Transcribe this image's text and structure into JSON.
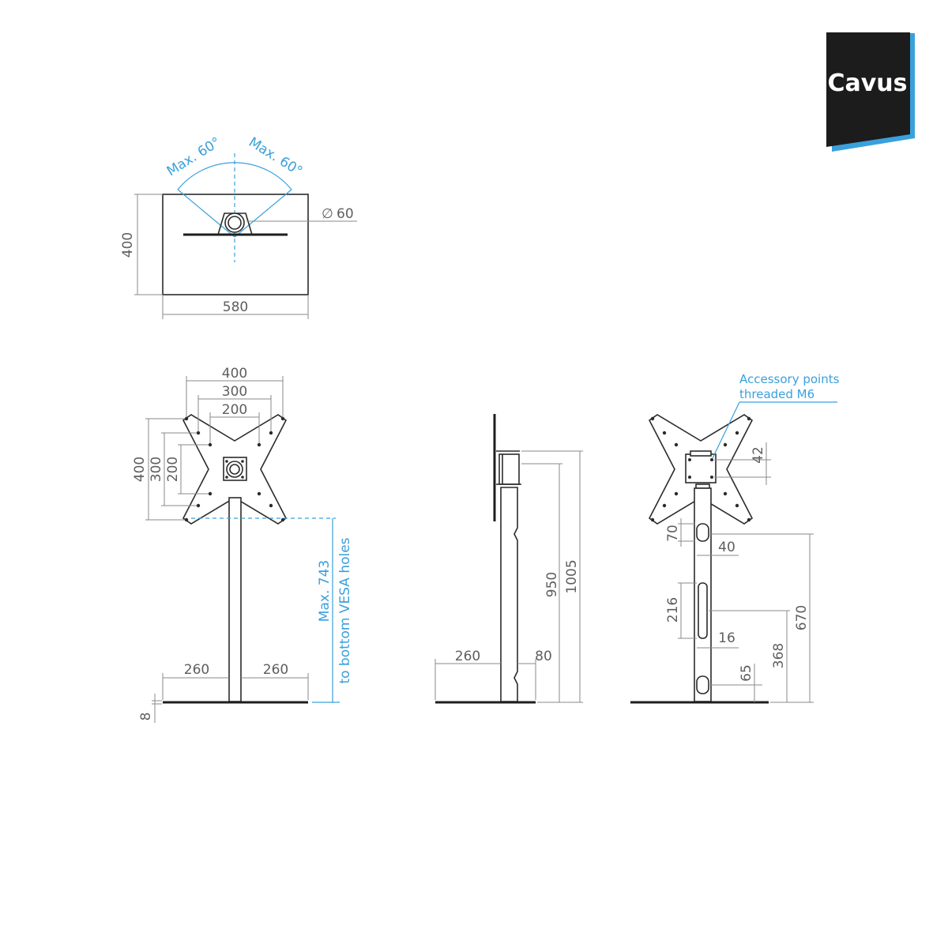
{
  "logo": {
    "text": "Cavus",
    "bg_color": "#1c1c1c",
    "accent_color": "#3aa0dc"
  },
  "top_view": {
    "swivel_left": "Max. 60°",
    "swivel_right": "Max. 60°",
    "diameter": "60",
    "depth": "400",
    "width": "580"
  },
  "front_view": {
    "vesa_w_400": "400",
    "vesa_w_300": "300",
    "vesa_w_200": "200",
    "vesa_h_400": "400",
    "vesa_h_300": "300",
    "vesa_h_200": "200",
    "max_height_line1": "Max. 743",
    "max_height_line2": "to bottom VESA holes",
    "base_left": "260",
    "base_right": "260",
    "base_thickness": "8"
  },
  "side_view": {
    "depth_back": "260",
    "depth_front": "80",
    "height_950": "950",
    "height_1005": "1005"
  },
  "back_view": {
    "accessory_line1": "Accessory points",
    "accessory_line2": "threaded M6",
    "dim_42": "42",
    "dim_70": "70",
    "dim_40": "40",
    "dim_216": "216",
    "dim_16": "16",
    "dim_65": "65",
    "dim_368": "368",
    "dim_670": "670"
  }
}
